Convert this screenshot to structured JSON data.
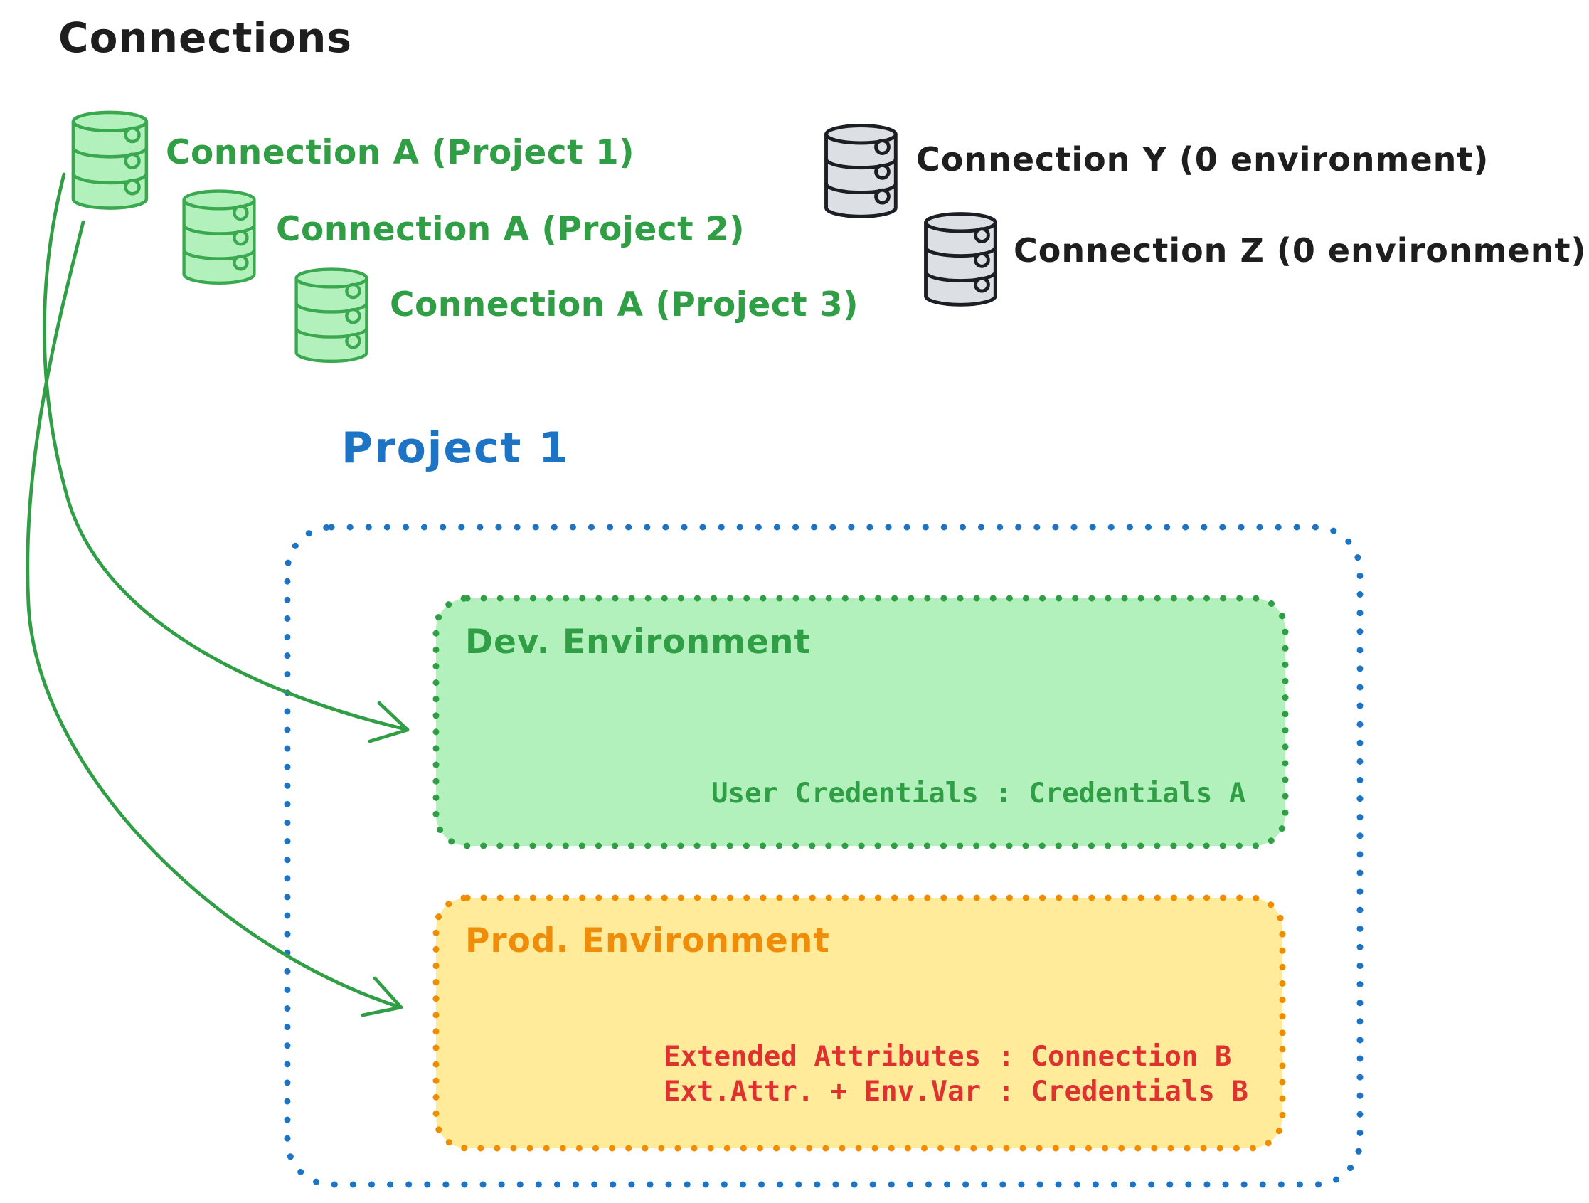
{
  "title": "Connections",
  "connections": {
    "assigned": [
      {
        "label": "Connection A (Project 1)",
        "icon": "database-icon",
        "color": "green"
      },
      {
        "label": "Connection A (Project 2)",
        "icon": "database-icon",
        "color": "green"
      },
      {
        "label": "Connection A (Project 3)",
        "icon": "database-icon",
        "color": "green"
      }
    ],
    "unassigned": [
      {
        "label": "Connection Y (0 environment)",
        "icon": "database-icon",
        "color": "gray"
      },
      {
        "label": "Connection Z (0 environment)",
        "icon": "database-icon",
        "color": "gray"
      }
    ]
  },
  "project": {
    "title": "Project 1",
    "environments": [
      {
        "name": "Dev. Environment",
        "type": "dev",
        "bindings": [
          "User Credentials : Credentials A"
        ]
      },
      {
        "name": "Prod. Environment",
        "type": "prod",
        "bindings": [
          "Extended Attributes : Connection B",
          "Ext.Attr. + Env.Var : Credentials B"
        ]
      }
    ]
  },
  "arrows": [
    {
      "name": "connection-a-to-dev-environment",
      "color": "#2f9e44"
    },
    {
      "name": "connection-a-to-prod-environment",
      "color": "#2f9e44"
    }
  ],
  "palette": {
    "ink": "#1e1e1e",
    "green_stroke": "#2f9e44",
    "green_icon_stroke": "#3aa84f",
    "green_fill": "#b2f1bc",
    "blue": "#1d74c5",
    "orange": "#f08c00",
    "yellow_fill": "#ffeb99",
    "red": "#e03131",
    "gray_fill": "#dcdfe3",
    "gray_stroke": "#1b1f23"
  }
}
